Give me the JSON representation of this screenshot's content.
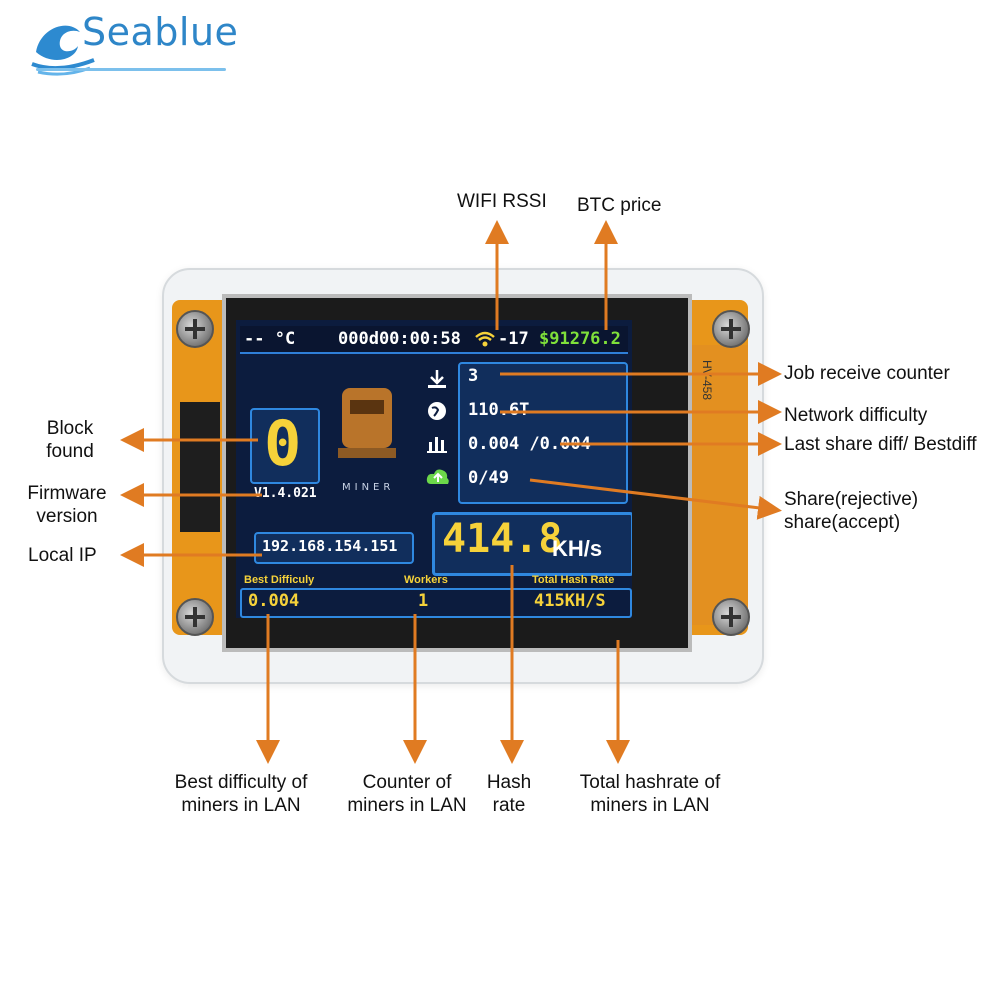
{
  "brand": {
    "name": "Seablue"
  },
  "device": {
    "temperature": "-- °C",
    "uptime": "000d00:00:58",
    "wifi_rssi": "-17",
    "btc_price": "$91276.2",
    "job_counter": "3",
    "network_difficulty": "110.6T",
    "share_diff": "0.004 /0.004",
    "shares": "0/49",
    "block_found": "0",
    "firmware": "V1.4.021",
    "local_ip": "192.168.154.151",
    "hash_rate": "414.8",
    "hash_unit": "KH/s",
    "best_difficulty_label": "Best Difficuly",
    "best_difficulty_value": "0.004",
    "workers_label": "Workers",
    "workers_value": "1",
    "total_hash_label": "Total Hash Rate",
    "total_hash_value": "415KH/S",
    "pcb_label": "HV-458",
    "miner_logo_text": "MINER"
  },
  "annotations": {
    "wifi_rssi": "WIFI RSSI",
    "btc_price": "BTC price",
    "job_counter": "Job receive counter",
    "network_difficulty": "Network difficulty",
    "last_share": "Last share diff/ Bestdiff",
    "share": "Share(rejective) share(accept)",
    "block_found": "Block found",
    "firmware": "Firmware version",
    "local_ip": "Local IP",
    "best_difficulty": "Best difficulty of miners in LAN",
    "counter_miners": "Counter of miners in LAN",
    "hash_rate": "Hash rate",
    "total_hashrate": "Total hashrate of miners in LAN"
  },
  "colors": {
    "arrow": "#e07b22",
    "lcd_bg": "#0c1c3e",
    "accent_blue": "#2f88e0",
    "segment_yellow": "#f6d23a",
    "price_green": "#7fe03a"
  }
}
